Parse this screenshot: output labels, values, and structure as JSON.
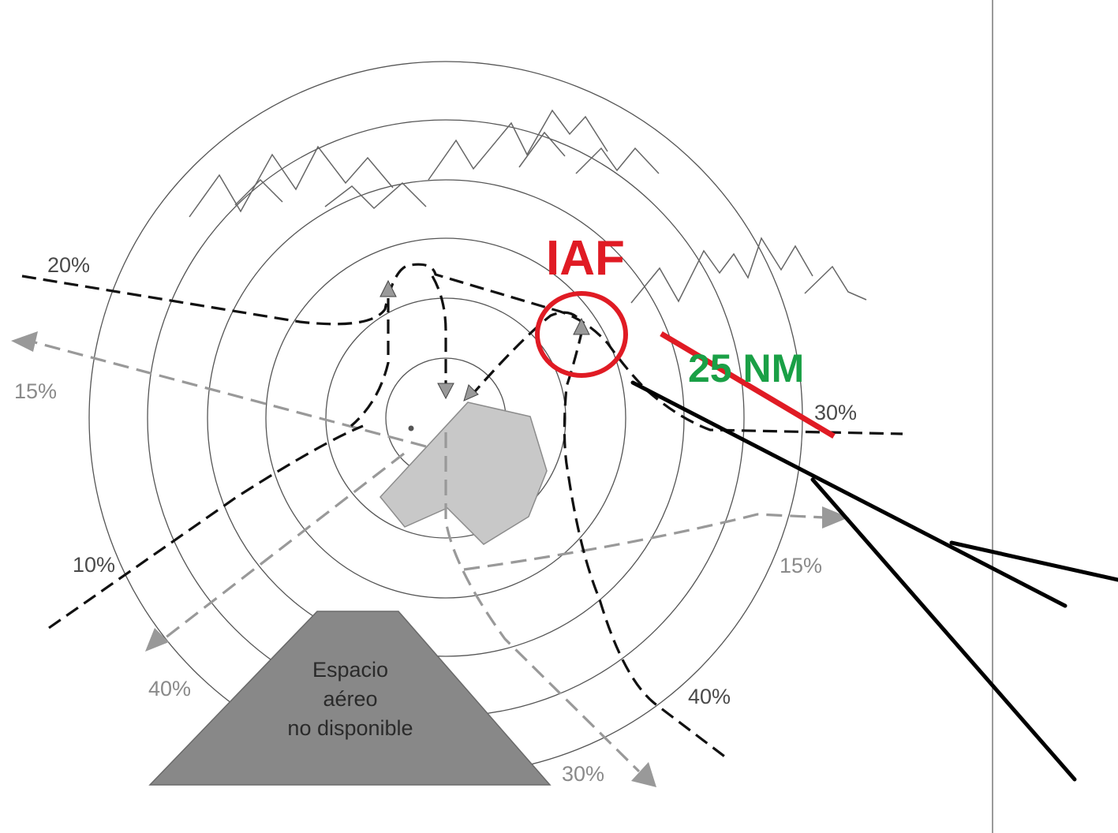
{
  "diagram": {
    "iaf_label": "IAF",
    "distance_label": "25 NM",
    "blocked_area": {
      "line1": "Espacio",
      "line2": "aéreo",
      "line3": "no disponible"
    },
    "gradient_labels": {
      "upper_left": "20%",
      "left_gray": "15%",
      "lower_left": "10%",
      "bottom_left_gray": "40%",
      "right_upper": "30%",
      "right_gray": "15%",
      "bottom_right": "40%",
      "bottom_gray": "30%"
    },
    "colors": {
      "iaf_marker": "#e01b24",
      "distance_line": "#e01b24",
      "distance_text": "#1aa046",
      "departure_paths": "#999999",
      "arrival_paths": "#111111",
      "airport_area": "#c8c8c8",
      "blocked_area": "#888888"
    }
  }
}
